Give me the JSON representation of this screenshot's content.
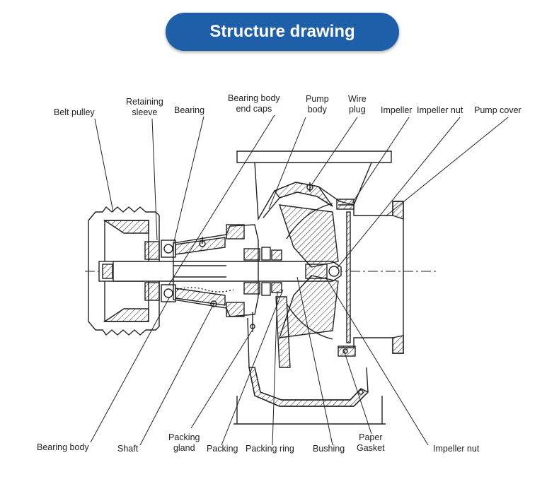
{
  "title": "Structure drawing",
  "labels": {
    "belt_pulley": "Belt pulley",
    "retaining_sleeve": "Retaining\nsleeve",
    "bearing": "Bearing",
    "bearing_body_end_caps": "Bearing body\nend caps",
    "pump_body": "Pump\nbody",
    "wire_plug": "Wire\nplug",
    "impeller": "Impeller",
    "impeller_nut_top": "Impeller nut",
    "pump_cover": "Pump cover",
    "bearing_body": "Bearing body",
    "shaft": "Shaft",
    "packing_gland": "Packing\ngland",
    "packing": "Packing",
    "packing_ring": "Packing ring",
    "bushing": "Bushing",
    "paper_gasket": "Paper\nGasket",
    "impeller_nut_bottom": "Impeller nut"
  },
  "colors": {
    "title_bg": "#1d5fa8",
    "title_text": "#ffffff",
    "line": "#222222"
  }
}
